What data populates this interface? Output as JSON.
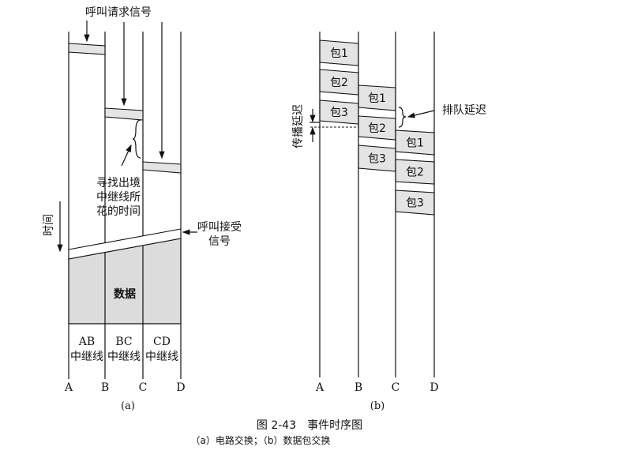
{
  "panel_a": {
    "call_request_label": "呼叫请求信号",
    "search_time_label": [
      "寻找出境",
      "中继线所",
      "花的时间"
    ],
    "call_accept_label": [
      "呼叫接受",
      "信号"
    ],
    "time_axis_label": "时间",
    "data_label": "数据",
    "trunks": [
      {
        "name": "AB",
        "sub": "中继线"
      },
      {
        "name": "BC",
        "sub": "中继线"
      },
      {
        "name": "CD",
        "sub": "中继线"
      }
    ],
    "nodes": [
      "A",
      "B",
      "C",
      "D"
    ],
    "caption": "(a)"
  },
  "panel_b": {
    "packets": [
      "包1",
      "包2",
      "包3"
    ],
    "queue_delay_label": "排队延迟",
    "propagation_delay_label": "传播延迟",
    "nodes": [
      "A",
      "B",
      "C",
      "D"
    ],
    "caption": "(b)"
  },
  "figure": {
    "title": "图 2-43　事件时序图",
    "subtitle": "（a）电路交换；（b）数据包交换"
  }
}
